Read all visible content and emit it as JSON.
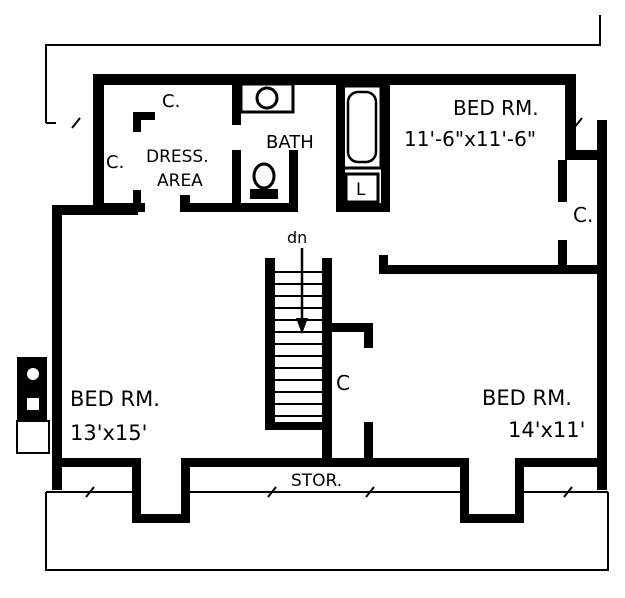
{
  "plan": {
    "labels": {
      "closet_top": "C.",
      "closet_left": "C.",
      "dress_area_line1": "DRESS.",
      "dress_area_line2": "AREA",
      "bath": "BATH",
      "bed_rm_ne": "BED RM.",
      "bed_rm_ne_size": "11'-6\"x11'-6\"",
      "closet_right": "C.",
      "linen": "L",
      "stair_dn": "dn",
      "closet_center": "C",
      "bed_rm_w": "BED RM.",
      "bed_rm_w_size": "13'x15'",
      "bed_rm_e": "BED RM.",
      "bed_rm_e_size": "14'x11'",
      "storage": "STOR."
    }
  }
}
